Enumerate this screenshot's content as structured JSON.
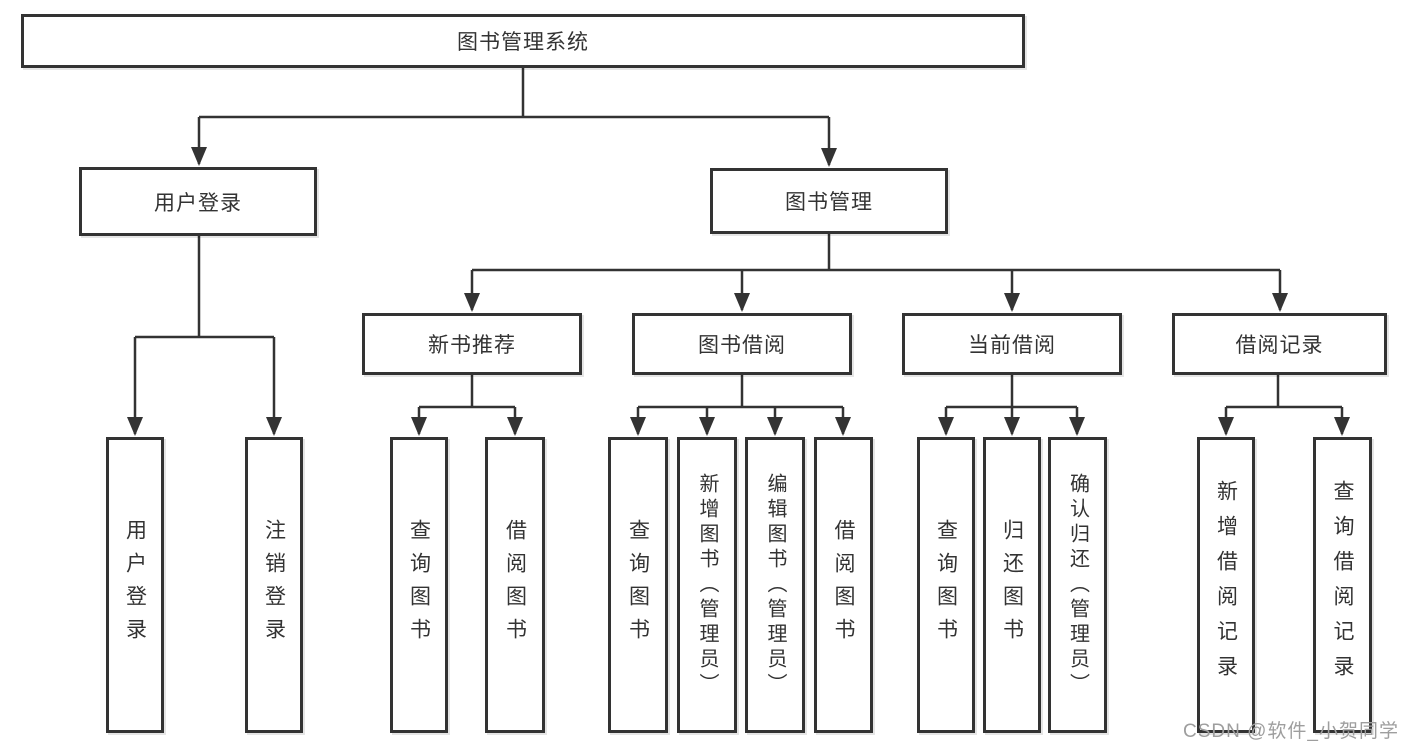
{
  "colors": {
    "line": "#333333",
    "box_border": "#333333",
    "box_fill": "#ffffff",
    "text": "#333333",
    "watermark": "#9e9e9e"
  },
  "diagram": {
    "root": {
      "label": "图书管理系统"
    },
    "branches": {
      "user_login": {
        "label": "用户登录",
        "children": [
          {
            "label": "用户登录"
          },
          {
            "label": "注销登录"
          }
        ]
      },
      "book_mgmt": {
        "label": "图书管理",
        "children": [
          {
            "label": "新书推荐",
            "children": [
              {
                "label": "查询图书"
              },
              {
                "label": "借阅图书"
              }
            ]
          },
          {
            "label": "图书借阅",
            "children": [
              {
                "label": "查询图书"
              },
              {
                "label": "新增图书（管理员）"
              },
              {
                "label": "编辑图书（管理员）"
              },
              {
                "label": "借阅图书"
              }
            ]
          },
          {
            "label": "当前借阅",
            "children": [
              {
                "label": "查询图书"
              },
              {
                "label": "归还图书"
              },
              {
                "label": "确认归还（管理员）"
              }
            ]
          },
          {
            "label": "借阅记录",
            "children": [
              {
                "label": "新增借阅记录"
              },
              {
                "label": "查询借阅记录"
              }
            ]
          }
        ]
      }
    }
  },
  "watermark": {
    "text": "CSDN @软件_小贺同学"
  }
}
